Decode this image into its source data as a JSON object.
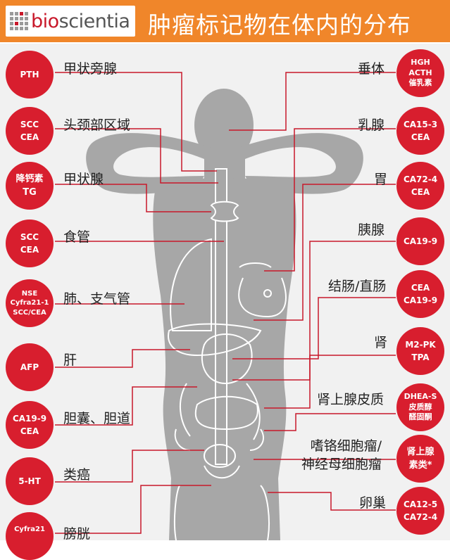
{
  "header": {
    "logo_prefix": "bio",
    "logo_rest": "scientia",
    "title": "肿瘤标记物在体内的分布"
  },
  "colors": {
    "header_bg": "#f0862a",
    "marker_red": "#d81e2e",
    "line_red": "#c8182a",
    "silhouette": "#a7a7a7"
  },
  "left": [
    {
      "marker": "PTH",
      "organ": "甲状旁腺"
    },
    {
      "marker": "SCC\nCEA",
      "organ": "头颈部区域"
    },
    {
      "marker": "降钙素\nTG",
      "organ": "甲状腺"
    },
    {
      "marker": "SCC\nCEA",
      "organ": "食管"
    },
    {
      "marker": "NSE\nCyfra21-1\nSCC/CEA",
      "organ": "肺、支气管"
    },
    {
      "marker": "AFP",
      "organ": "肝"
    },
    {
      "marker": "CA19-9\nCEA",
      "organ": "胆囊、胆道"
    },
    {
      "marker": "5-HT",
      "organ": "类癌"
    },
    {
      "marker": "Cyfra21",
      "organ": "膀胱"
    }
  ],
  "right": [
    {
      "marker": "HGH\nACTH\n催乳素",
      "organ": "垂体"
    },
    {
      "marker": "CA15-3\nCEA",
      "organ": "乳腺"
    },
    {
      "marker": "CA72-4\nCEA",
      "organ": "胃"
    },
    {
      "marker": "CA19-9",
      "organ": "胰腺"
    },
    {
      "marker": "CEA\nCA19-9",
      "organ": "结肠/直肠"
    },
    {
      "marker": "M2-PK\nTPA",
      "organ": "肾"
    },
    {
      "marker": "DHEA-S\n皮质醇\n醛固酮",
      "organ": "肾上腺皮质"
    },
    {
      "marker": "肾上腺\n素类*",
      "organ": "嗜铬细胞瘤/\n神经母细胞瘤"
    },
    {
      "marker": "CA12-5\nCA72-4",
      "organ": "卵巢"
    }
  ]
}
